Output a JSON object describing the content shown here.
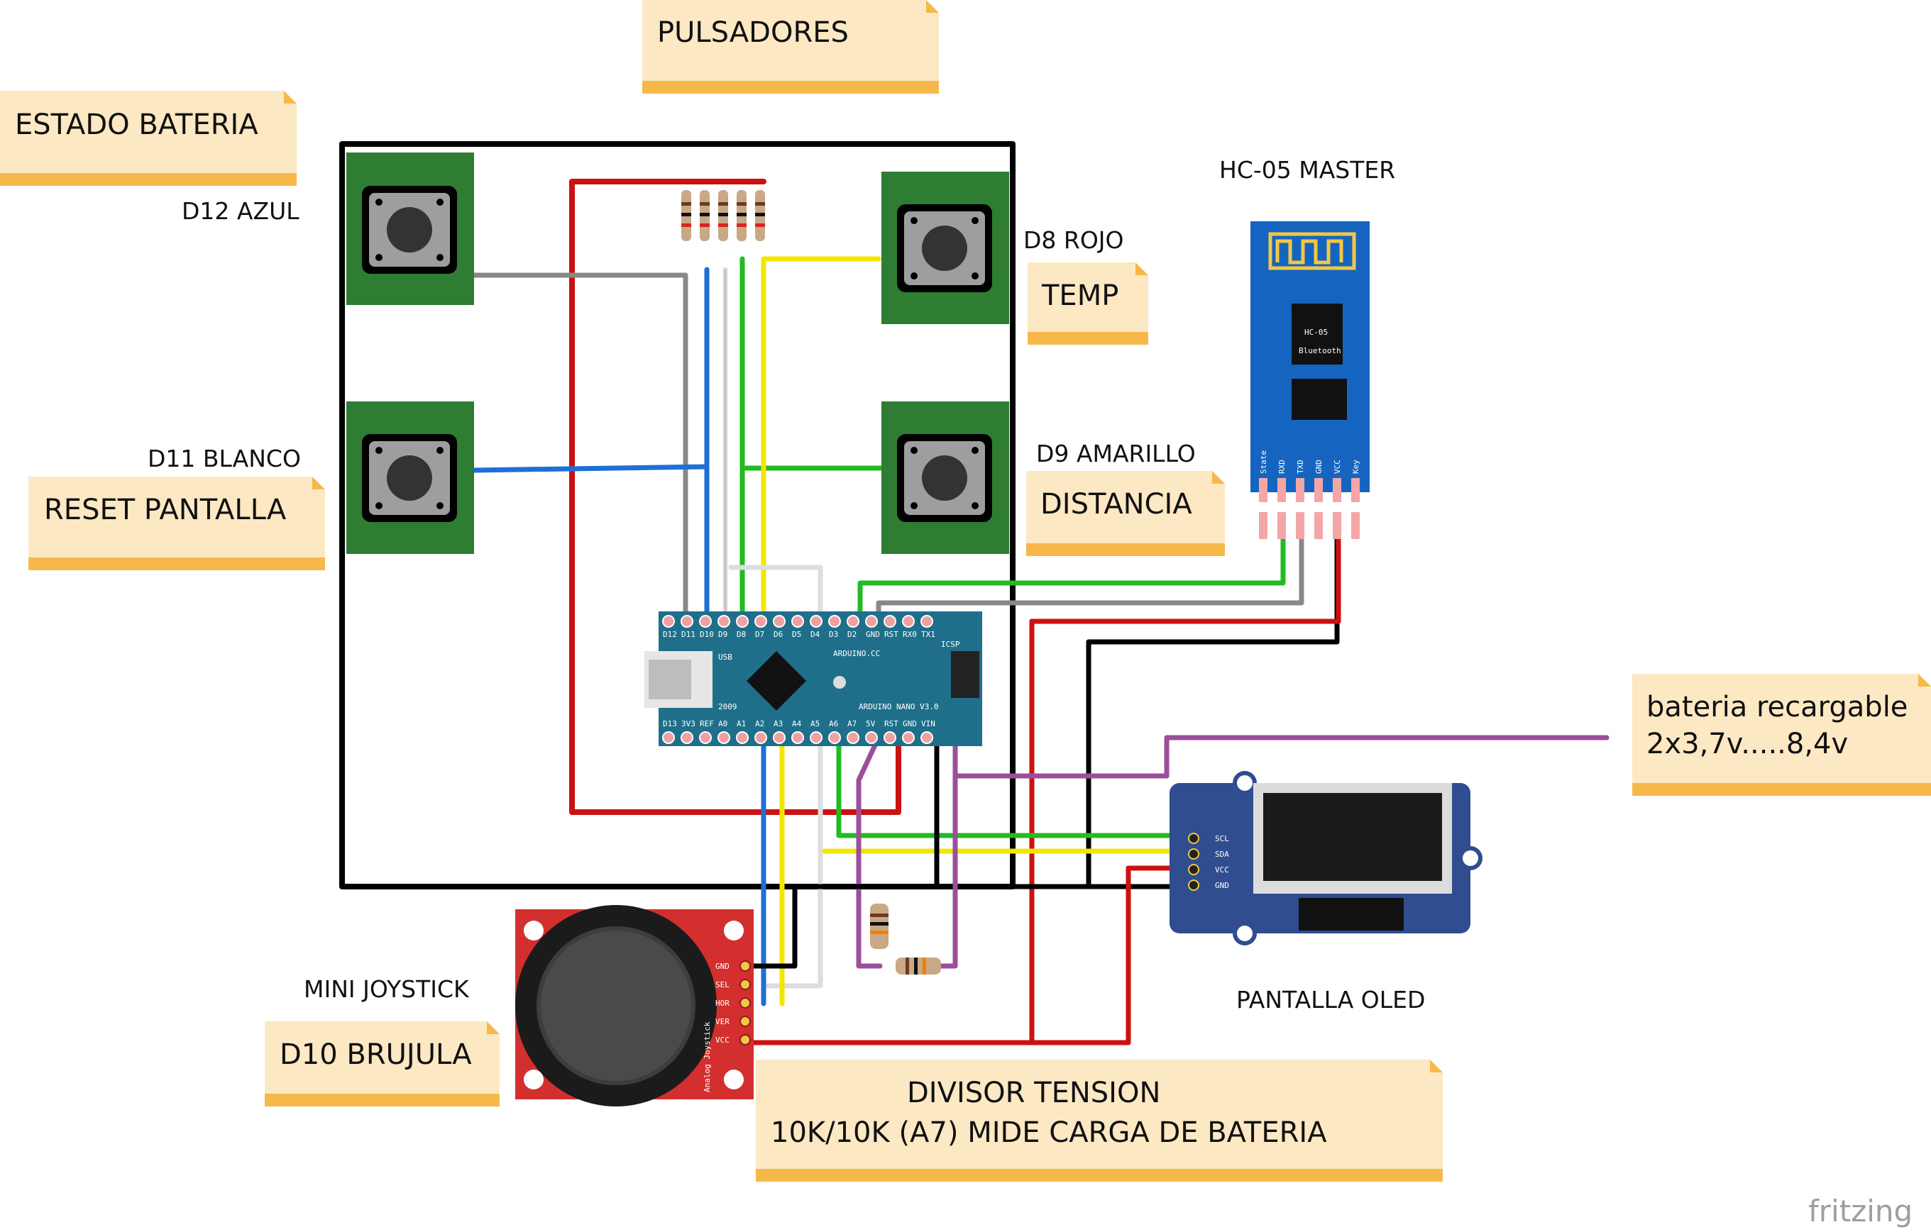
{
  "notes": {
    "pulsadores": "PULSADORES",
    "estado_bateria": "ESTADO BATERIA",
    "temp": "TEMP",
    "reset_pantalla": "RESET PANTALLA",
    "distancia": "DISTANCIA",
    "bateria_line1": "bateria recargable",
    "bateria_line2": "2x3,7v.....8,4v",
    "brujula": "D10 BRUJULA",
    "divisor_line1": "DIVISOR TENSION",
    "divisor_line2": "10K/10K (A7) MIDE CARGA DE BATERIA"
  },
  "labels": {
    "d12_azul": "D12 AZUL",
    "d8_rojo": "D8 ROJO",
    "d11_blanco": "D11 BLANCO",
    "d9_amarillo": "D9 AMARILLO",
    "hc05_master": "HC-05 MASTER",
    "mini_joystick": "MINI JOYSTICK",
    "pantalla_oled": "PANTALLA OLED"
  },
  "arduino": {
    "top_pins": [
      "D12",
      "D11",
      "D10",
      "D9",
      "D8",
      "D7",
      "D6",
      "D5",
      "D4",
      "D3",
      "D2",
      "GND",
      "RST",
      "RX0",
      "TX1"
    ],
    "bottom_pins": [
      "D13",
      "3V3",
      "REF",
      "A0",
      "A1",
      "A2",
      "A3",
      "A4",
      "A5",
      "A6",
      "A7",
      "5V",
      "RST",
      "GND",
      "VIN"
    ],
    "board_text": "ARDUINO NANO V3.0",
    "cc_text": "ARDUINO.CC",
    "usb_text": "USB",
    "icsp_text": "ICSP",
    "year_text": "2009"
  },
  "hc05": {
    "chip_text": "HC-05",
    "chip_sub": "Bluetooth",
    "pins": [
      "State",
      "RXD",
      "TXD",
      "GND",
      "VCC",
      "Key"
    ]
  },
  "oled": {
    "pins": [
      "SCL",
      "SDA",
      "VCC",
      "GND"
    ]
  },
  "joystick": {
    "pins": [
      "GND",
      "SEL",
      "HOR",
      "VER",
      "VCC"
    ],
    "brand_text": "Analog Joystick"
  },
  "watermark": "fritzing",
  "colors": {
    "breadboard_green": "#2e7d32",
    "nano_blue": "#1f6f8b",
    "hc05_blue": "#1565c0",
    "oled_blue": "#2f4d8f",
    "joystick_red": "#d32f2f",
    "note_bg": "#fde8c4",
    "note_bar": "#f7b84a"
  }
}
